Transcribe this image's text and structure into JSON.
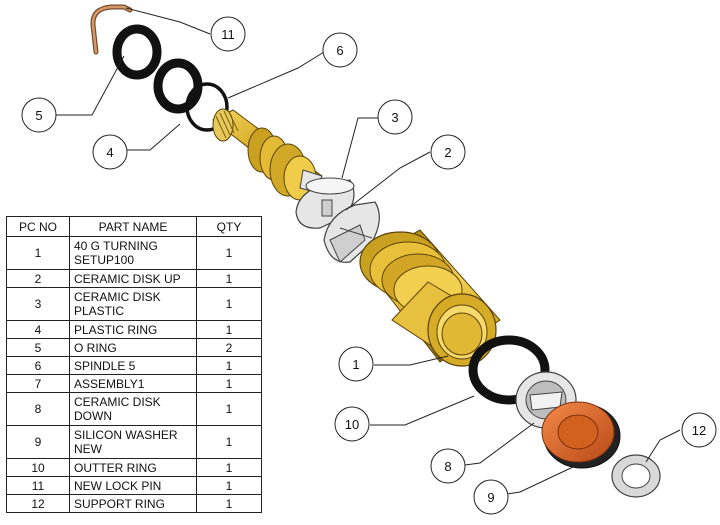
{
  "bom": {
    "headers": {
      "pc_no": "PC NO",
      "part_name": "PART NAME",
      "qty": "QTY"
    },
    "rows": [
      {
        "pc_no": "1",
        "part_name_lines": [
          "40 G TURNING",
          "SETUP100"
        ],
        "qty": "1"
      },
      {
        "pc_no": "2",
        "part_name_lines": [
          "CERAMIC DISK UP"
        ],
        "qty": "1"
      },
      {
        "pc_no": "3",
        "part_name_lines": [
          "CERAMIC DISK",
          "PLASTIC"
        ],
        "qty": "1"
      },
      {
        "pc_no": "4",
        "part_name_lines": [
          "PLASTIC RING"
        ],
        "qty": "1"
      },
      {
        "pc_no": "5",
        "part_name_lines": [
          "O RING"
        ],
        "qty": "2"
      },
      {
        "pc_no": "6",
        "part_name_lines": [
          "SPINDLE 5"
        ],
        "qty": "1"
      },
      {
        "pc_no": "7",
        "part_name_lines": [
          "ASSEMBLY1"
        ],
        "qty": "1"
      },
      {
        "pc_no": "8",
        "part_name_lines": [
          "CERAMIC DISK",
          "DOWN"
        ],
        "qty": "1"
      },
      {
        "pc_no": "9",
        "part_name_lines": [
          "SILICON WASHER",
          "NEW"
        ],
        "qty": "1"
      },
      {
        "pc_no": "10",
        "part_name_lines": [
          "OUTTER RING"
        ],
        "qty": "1"
      },
      {
        "pc_no": "11",
        "part_name_lines": [
          "NEW LOCK PIN"
        ],
        "qty": "1"
      },
      {
        "pc_no": "12",
        "part_name_lines": [
          "SUPPORT RING"
        ],
        "qty": "1"
      }
    ]
  },
  "callouts": [
    "11",
    "6",
    "5",
    "4",
    "3",
    "2",
    "1",
    "10",
    "8",
    "12",
    "9"
  ],
  "colors": {
    "brass": "#d4a61c",
    "brass_dark": "#8a6a10",
    "ceramic": "#e6e6e6",
    "silicon_washer": "#e2672a",
    "lock_pin": "#c98a5c",
    "rubber": "#111111"
  }
}
